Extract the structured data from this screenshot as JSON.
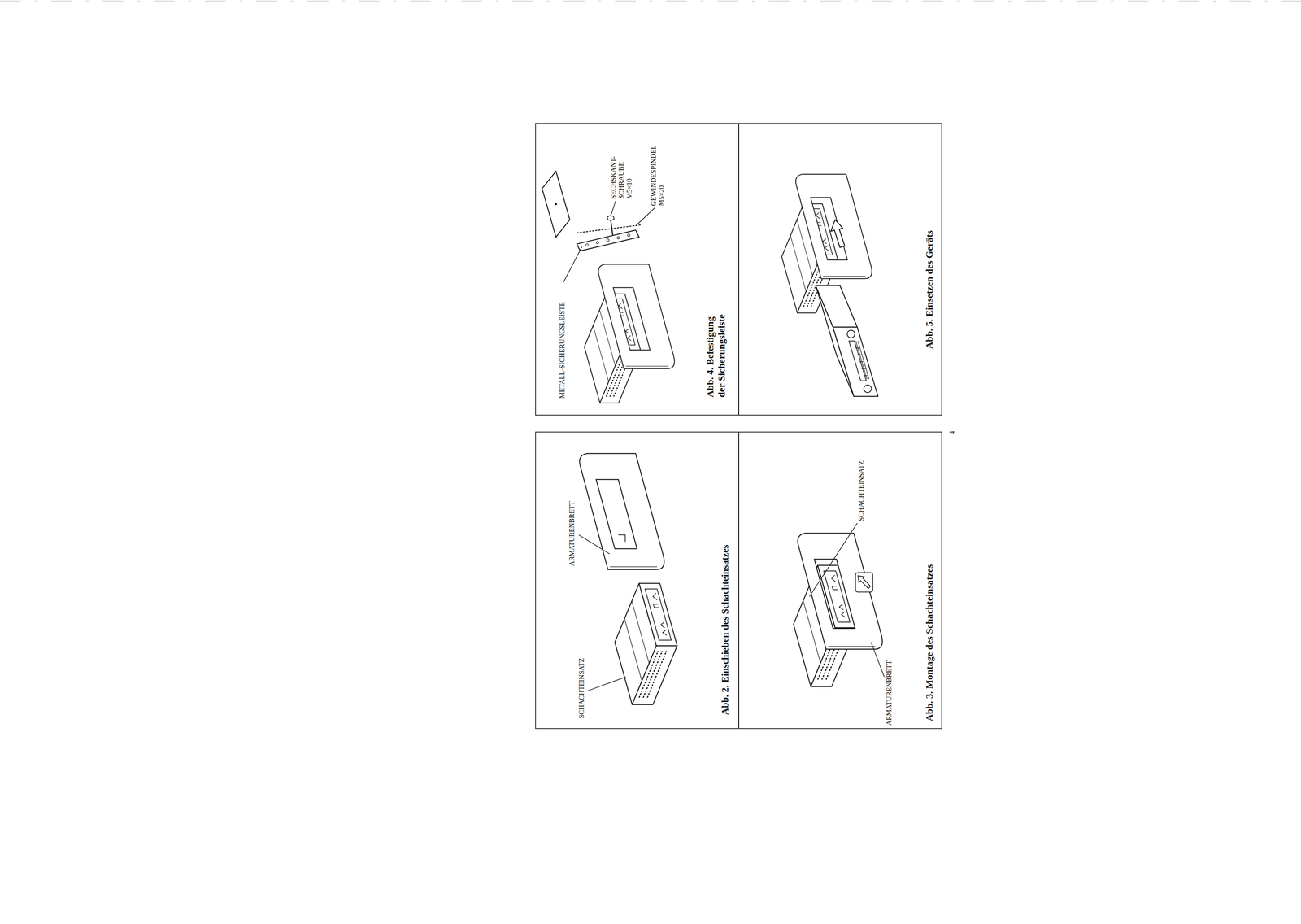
{
  "diagram": {
    "nodes": [
      {
        "text": [
          "Abb. 2. Einschieben des Schachteinsatzes"
        ]
      },
      {
        "text": [
          "Abb. 3. Montage des Schachteinsatzes"
        ]
      },
      {
        "text": [
          "Abb. 4. Befestigung der Sicherungsleiste"
        ]
      },
      {
        "text": [
          "Abb. 5. Einsetzen des Geräts"
        ]
      }
    ],
    "labels": [
      "SCHACHTEINSATZ",
      "ARMATURENBRETT",
      "ARMATURENBRETT",
      "SCHACHTEINSATZ",
      "METALL-SICHERUNGSLEISTE",
      "SECHSKANT-SCHRAUBE M5×10",
      "GEWINDESPINDEL M5×20",
      "4"
    ]
  }
}
